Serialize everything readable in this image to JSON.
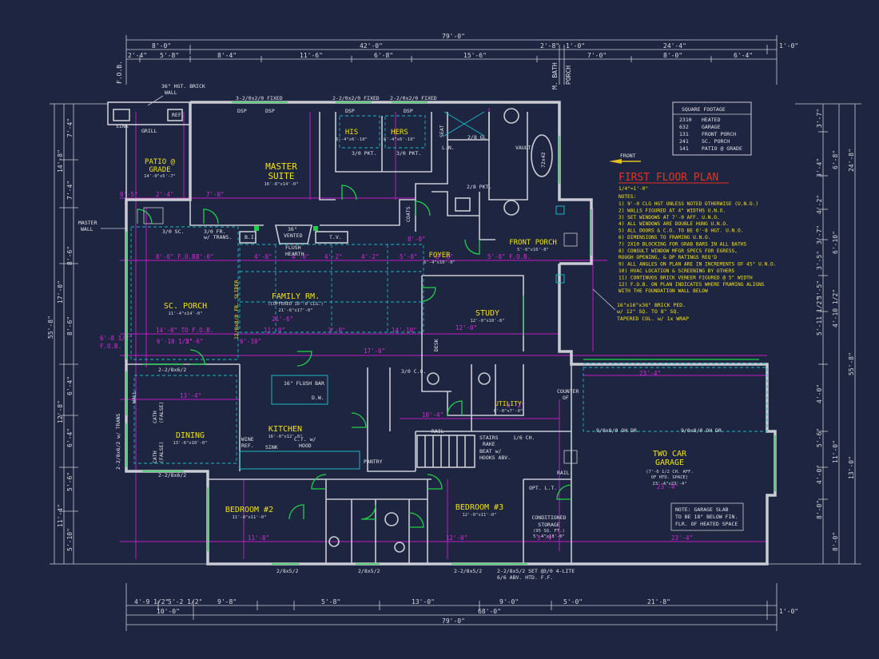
{
  "overall_dims": {
    "top_total": "79'-0\"",
    "top_left_a": "8'-0\"",
    "top_mid_a": "42'-0\"",
    "top_a3": "2'-8\"",
    "top_a4": "1'-0\"",
    "top_right_a": "24'-4\"",
    "top_right_b": "1'-0\"",
    "top_row2": [
      "2'-4\"",
      "5'-8\"",
      "8'-4\"",
      "11'-6\"",
      "6'-8\"",
      "15'-6\"",
      "7'-0\"",
      "8'-0\"",
      "6'-4\""
    ],
    "bottom_row1": [
      "4'-9 1/2\"",
      "5'-2 1/2\"",
      "9'-8\"",
      "5'-8\"",
      "13'-0\"",
      "9'-0\"",
      "5'-0\"",
      "21'-8\""
    ],
    "bottom_row2": [
      "10'-0\"",
      "68'-0\"",
      "1'-0\""
    ],
    "bottom_total": "79'-0\"",
    "left_total": "55'-8\"",
    "right_total": "55'-8\"",
    "left_segments": [
      "7'-4\"",
      "14'-8\"",
      "7'-4\"",
      "8'-6\"",
      "17'-0\"",
      "8'-6\"",
      "6'-4\"",
      "12'-8\"",
      "6'-4\"",
      "5'-6\"",
      "11'-4\"",
      "5'-10\""
    ],
    "right_segments": [
      "3'-7\"",
      "6'-8\"",
      "3'-4\"",
      "4'-2\"",
      "3'-7\"",
      "3'-5\"",
      "6'-10\"",
      "3'-5\"",
      "5'-11 1/2\"",
      "4'-10 1/2\"",
      "4'-0\"",
      "5'-6\"",
      "4'-0\"",
      "8'-0\"",
      "8'-0\"",
      "11'-0\"",
      "13'-0\"",
      "24'-8\""
    ]
  },
  "rooms": {
    "master_suite": {
      "name": "MASTER",
      "name2": "SUITE",
      "size": "16'-8\"x14'-0\""
    },
    "patio_grade": {
      "name": "PATIO @",
      "name2": "GRADE",
      "size": "14'-0\"x5'-7\""
    },
    "his": {
      "name": "HIS",
      "size": "6'-4\"x6'-10\""
    },
    "hers": {
      "name": "HERS",
      "size": "6'-4\"x6'-10\""
    },
    "family_rm": {
      "name": "FAMILY RM.",
      "sub": "(COFFERED 10'-0 CLG.)",
      "size": "21'-6\"x17'-0\""
    },
    "sc_porch": {
      "name": "SC. PORCH",
      "size": "11'-4\"x14'-0\""
    },
    "foyer": {
      "name": "FOYER",
      "size": "6'-4\"x10'-0\""
    },
    "front_porch": {
      "name": "FRONT PORCH",
      "size": "5'-0\"x16'-8\""
    },
    "study": {
      "name": "STUDY",
      "size": "12'-0\"x10'-8\""
    },
    "kitchen": {
      "name": "KITCHEN",
      "size": "16'-0\"x12'-0\""
    },
    "dining": {
      "name": "DINING",
      "size": "13'-6\"x10'-0\""
    },
    "utility": {
      "name": "UTILITY",
      "size": "8'-0\"x7'-0\""
    },
    "two_car_garage": {
      "name": "TWO CAR",
      "name2": "GARAGE",
      "sub1": "(7'-6 1/2 CH. AFF.",
      "sub2": "OF HTD. SPACE)",
      "size": "23'-4\"x23'-4\""
    },
    "bedroom2": {
      "name": "BEDROOM #2",
      "size": "11'-8\"x11'-0\""
    },
    "bedroom3": {
      "name": "BEDROOM #3",
      "size": "12'-0\"x11'-0\""
    },
    "cond_storage": {
      "name": "CONDITIONED",
      "name2": "STORAGE",
      "sub": "(95 SQ. FT.)",
      "size": "5'-4\"x13'-0\""
    }
  },
  "labels": {
    "brick_wall": "36\" HGT. BRICK",
    "brick_wall2": "WALL",
    "sink": "SINK",
    "grill": "GRILL",
    "ref": "REF.",
    "master_wall": "MASTER",
    "master_wall2": "WALL",
    "window_master1": "3-2/0x2/0 FIXED",
    "window_master2": "2-2/0x2/0 FIXED",
    "window_master3": "2-2/0x2/0 FIXED",
    "dsp": "DSP",
    "pkt_30": "3/0 PKT.",
    "seat": "SEAT",
    "ln": "L.N.",
    "gl": "2/8 GL",
    "vault": "VAULT",
    "tub": "72x42",
    "pkt_28": "2/8 PKT.",
    "sc_door": "3/0 SC.",
    "fr_trans": "3/0 FR.",
    "fr_trans2": "w/ TRANS.",
    "bi": "B.I.",
    "vented": "36\"",
    "vented2": "VENTED",
    "flush_hearth": "FLUSH",
    "flush_hearth2": "HEARTH",
    "tv": "T.V.",
    "coats": "COATS",
    "slider": "12/0x8/0 FR. SLIDER",
    "flush_bar": "16\" FLUSH BAR",
    "dw": "D.W.",
    "ct_hood": "C.T. w/",
    "ct_hood2": "HOOD",
    "wine_ref": "WINE",
    "wine_ref2": "REF.",
    "sink2": "SINK",
    "pantry": "PANTRY",
    "co_30": "3/0 C.O.",
    "desk": "DESK",
    "stairs_rake": "STAIRS",
    "stairs_rake2": "RAKE",
    "beat_hooks": "BEAT w/",
    "beat_hooks2": "HOOKS ABV.",
    "rail": "RAIL",
    "ch_16": "1/6 CH.",
    "counter": "COUNTER",
    "counter2": "OF",
    "opt_lt": "OPT. L.T.",
    "garage_door1": "9/0x8/0 OH DR",
    "garage_door2": "9/0x8/0 OH DR",
    "garage_note": "NOTE: GARAGE SLAB",
    "garage_note2": "TO BE 18\" BELOW FIN.",
    "garage_note3": "FLR. OF HEATED SPACE",
    "brick_ped": "16\"x16\"x36\" BRICK PED.",
    "brick_ped2": "w/ 12\" SQ. TO 8\" SQ.",
    "brick_ped3": "TAPERED COL. w/ 1x WRAP",
    "front_arrow": "FRONT",
    "fob": "F.O.B.",
    "m_bath": "M. BATH",
    "porch_lbl": "PORCH",
    "four_lite": "3/0 4-LITE",
    "set_note": "2-2/8x5/2 SET @",
    "set_note2": "6/6 ABV. HTD. F.F.",
    "win_bottom1": "2/8x5/2",
    "win_bottom2": "2/8x5/2",
    "win_bottom3": "2-2/8x5/2",
    "win_dining": "2-2/8x6/2",
    "cath": "CATH",
    "false_lbl": "(FALSE)",
    "trans_lbl": "2-2/8x6/2 w/ TRANS",
    "wall_lbl": "WALL"
  },
  "square_footage": {
    "title": "SQUARE FOOTAGE",
    "rows": [
      {
        "value": "2310",
        "label": "HEATED"
      },
      {
        "value": "632",
        "label": "GARAGE"
      },
      {
        "value": "131",
        "label": "FRONT PORCH"
      },
      {
        "value": "241",
        "label": "SC. PORCH"
      },
      {
        "value": "141",
        "label": "PATIO @ GRADE"
      }
    ]
  },
  "plan_title": "FIRST FLOOR PLAN",
  "plan_scale": "1/4\"=1'-0\"",
  "notes_title": "NOTES:",
  "notes": [
    "1) 9'-0 CLG HGT UNLESS NOTED OTHERWISE (U.N.O.)",
    "2) WALLS FIGURED AT 4\" WIDTHS U.N.O.",
    "3) SET WINDOWS AT 7'-0 AFF. U.N.O.",
    "4) ALL WINDOWS ARE DOUBLE HUNG U.N.O.",
    "5) ALL DOORS & C.O. TO BE 6'-8 HGT. U.N.O.",
    "6) DIMENSIONS TO FRAMING U.N.O.",
    "7) 2X10 BLOCKING FOR GRAB BARS IN ALL BATHS",
    "8) CONSULT WINDOW MFGR SPECS FOR EGRESS,",
    "   ROUGH OPENING, & DP RATINGS REQ'D",
    "9) ALL ANGLES ON PLAN ARE IN INCREMENTS OF 45° U.N.O.",
    "10) HVAC LOCATION & SCREENING BY OTHERS",
    "11) CONTINUOS BRICK VENEER FIGURED @ 5\" WIDTH",
    "12) F.O.B. ON PLAN INDICATES WHERE FRAMING ALIGNS",
    "    WITH THE FOUNDATION WALL BELOW"
  ],
  "colors": {
    "background": "#1e2540",
    "walls": "#c9ccd3",
    "dimension_magenta": "#c21cc9",
    "room_labels": "#f2e21a",
    "windows": "#1fd24a",
    "cabinets": "#1bb6c2",
    "title_red": "#e63224"
  }
}
